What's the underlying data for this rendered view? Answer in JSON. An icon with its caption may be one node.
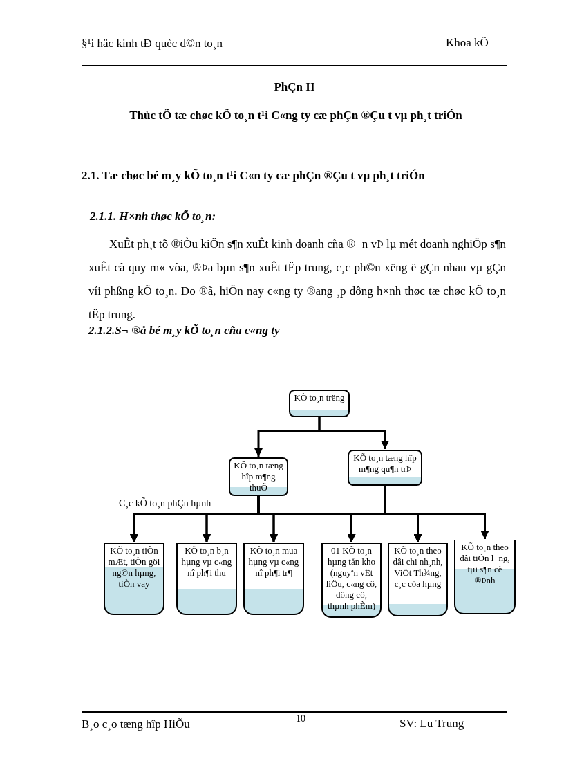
{
  "diagram": {
    "nodes": [
      {
        "text": [
          "KÕ to¸n trëng"
        ]
      },
      {
        "text": [
          "KÕ to¸n tæng hîp m¶ng thuÕ"
        ]
      },
      {
        "text": [
          "KÕ to¸n tæng hîp m¶ng qu¶n trÞ"
        ]
      },
      {
        "text": [
          "KÕ to¸n tiÒn mÆt, tiÒn göi ng©n hµng, tiÒn vay"
        ]
      },
      {
        "text": [
          "KÕ to¸n b¸n hµng vµ c«ng nî ph¶i thu"
        ]
      },
      {
        "text": [
          "KÕ to¸n mua hµng vµ c«ng nî ph¶i tr¶"
        ]
      },
      {
        "text": [
          "01 KÕ to¸n hµng tån kho (nguyªn vËt liÖu, c«ng cô, dông cô, thµnh phÈm)"
        ]
      },
      {
        "text": [
          "KÕ to¸n theo dâi chi nh¸nh, ViÖt Th¾ng, c¸c cöa hµng"
        ]
      },
      {
        "text": [
          "KÕ to¸n theo dâi tiÒn l¬ng, tµi s¶n cè ®Þnh"
        ]
      }
    ],
    "edges": [
      {
        "from": 0,
        "to": 1,
        "arrow": "to"
      },
      {
        "from": 0,
        "to": 2,
        "arrow": "to"
      },
      {
        "from": 1,
        "to": 3,
        "arrow": "to"
      },
      {
        "from": 1,
        "to": 4,
        "arrow": "to"
      },
      {
        "from": 1,
        "to": 5,
        "arrow": "to"
      },
      {
        "from": 1,
        "to": 6,
        "arrow": "to"
      },
      {
        "from": 1,
        "to": 7,
        "arrow": "to"
      },
      {
        "from": 1,
        "to": 8,
        "arrow": "to"
      },
      {
        "from": 2,
        "to": 3,
        "arrow": "to"
      },
      {
        "from": 2,
        "to": 4,
        "arrow": "to"
      },
      {
        "from": 2,
        "to": 5,
        "arrow": "to"
      },
      {
        "from": 2,
        "to": 6,
        "arrow": "to"
      },
      {
        "from": 2,
        "to": 7,
        "arrow": "to"
      },
      {
        "from": 2,
        "to": 8,
        "arrow": "to"
      }
    ],
    "labels": [
      "§¹i häc kinh tÐ quèc d©n to¸n",
      "Khoa kÕ",
      "PhÇn II",
      "Thùc tÕ tæ chøc kÕ to¸n t¹i C«ng ty cæ phÇn ®Çu t vµ ph¸t triÓn",
      "2.1. Tæ chøc bé m¸y kÕ to¸n t¹i C«n ty cæ phÇn ®Çu t vµ ph¸t triÓn",
      "2.1.1. H×nh thøc kÕ to¸n:",
      "XuÊt ph¸t tõ ®iÒu kiÖn s¶n xuÊt kinh doanh cña ®¬n vÞ lµ mét doanh nghiÖp s¶n xuÊt cã quy m« võa, ®Þa bµn s¶n xuÊt tËp trung, c¸c ph©n xëng ë gÇn nhau vµ gÇn víi phßng kÕ to¸n. Do ®ã, hiÖn nay c«ng ty ®ang ¸p dông h×nh thøc tæ chøc kÕ to¸n tËp trung.",
      "2.1.2.S¬ ®å bé m¸y kÕ to¸n cña c«ng ty",
      "C¸c kÕ to¸n phÇn hµnh",
      "B¸o c¸o tæng hîp HiÕu",
      "10",
      "SV: Lu Trung"
    ]
  }
}
